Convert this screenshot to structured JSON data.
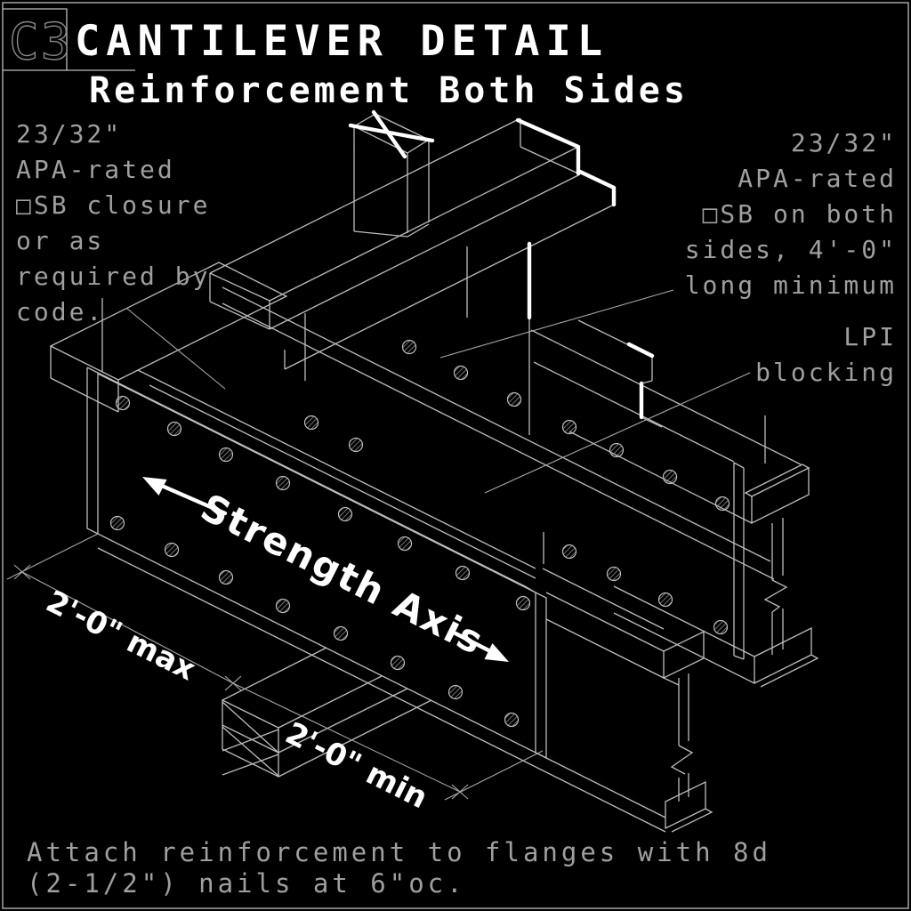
{
  "colors": {
    "background": "#000000",
    "line": "#bdbdbd",
    "annotation_text": "#9f9f9f",
    "highlight": "#ffffff",
    "title_block_code": "#8a8a8a"
  },
  "title_block": {
    "sheet_code": "C3",
    "title": "CANTILEVER DETAIL",
    "subtitle": "Reinforcement Both Sides"
  },
  "annotations": {
    "left_note": [
      "23/32\"",
      "APA-rated",
      "□SB closure",
      "or as",
      "required by",
      "code."
    ],
    "right_note": [
      "23/32\"",
      "APA-rated",
      "□SB on both",
      "sides, 4'-0\"",
      "long minimum"
    ],
    "lpi_note": [
      "LPI",
      "blocking"
    ],
    "strength_axis": "Strength Axis",
    "dim_cantilever": "2'-0\" max",
    "dim_backspan": "2'-0\" min",
    "bottom_note": [
      "Attach reinforcement to flanges with 8d",
      "(2-1/2\") nails at 6\"oc."
    ]
  }
}
